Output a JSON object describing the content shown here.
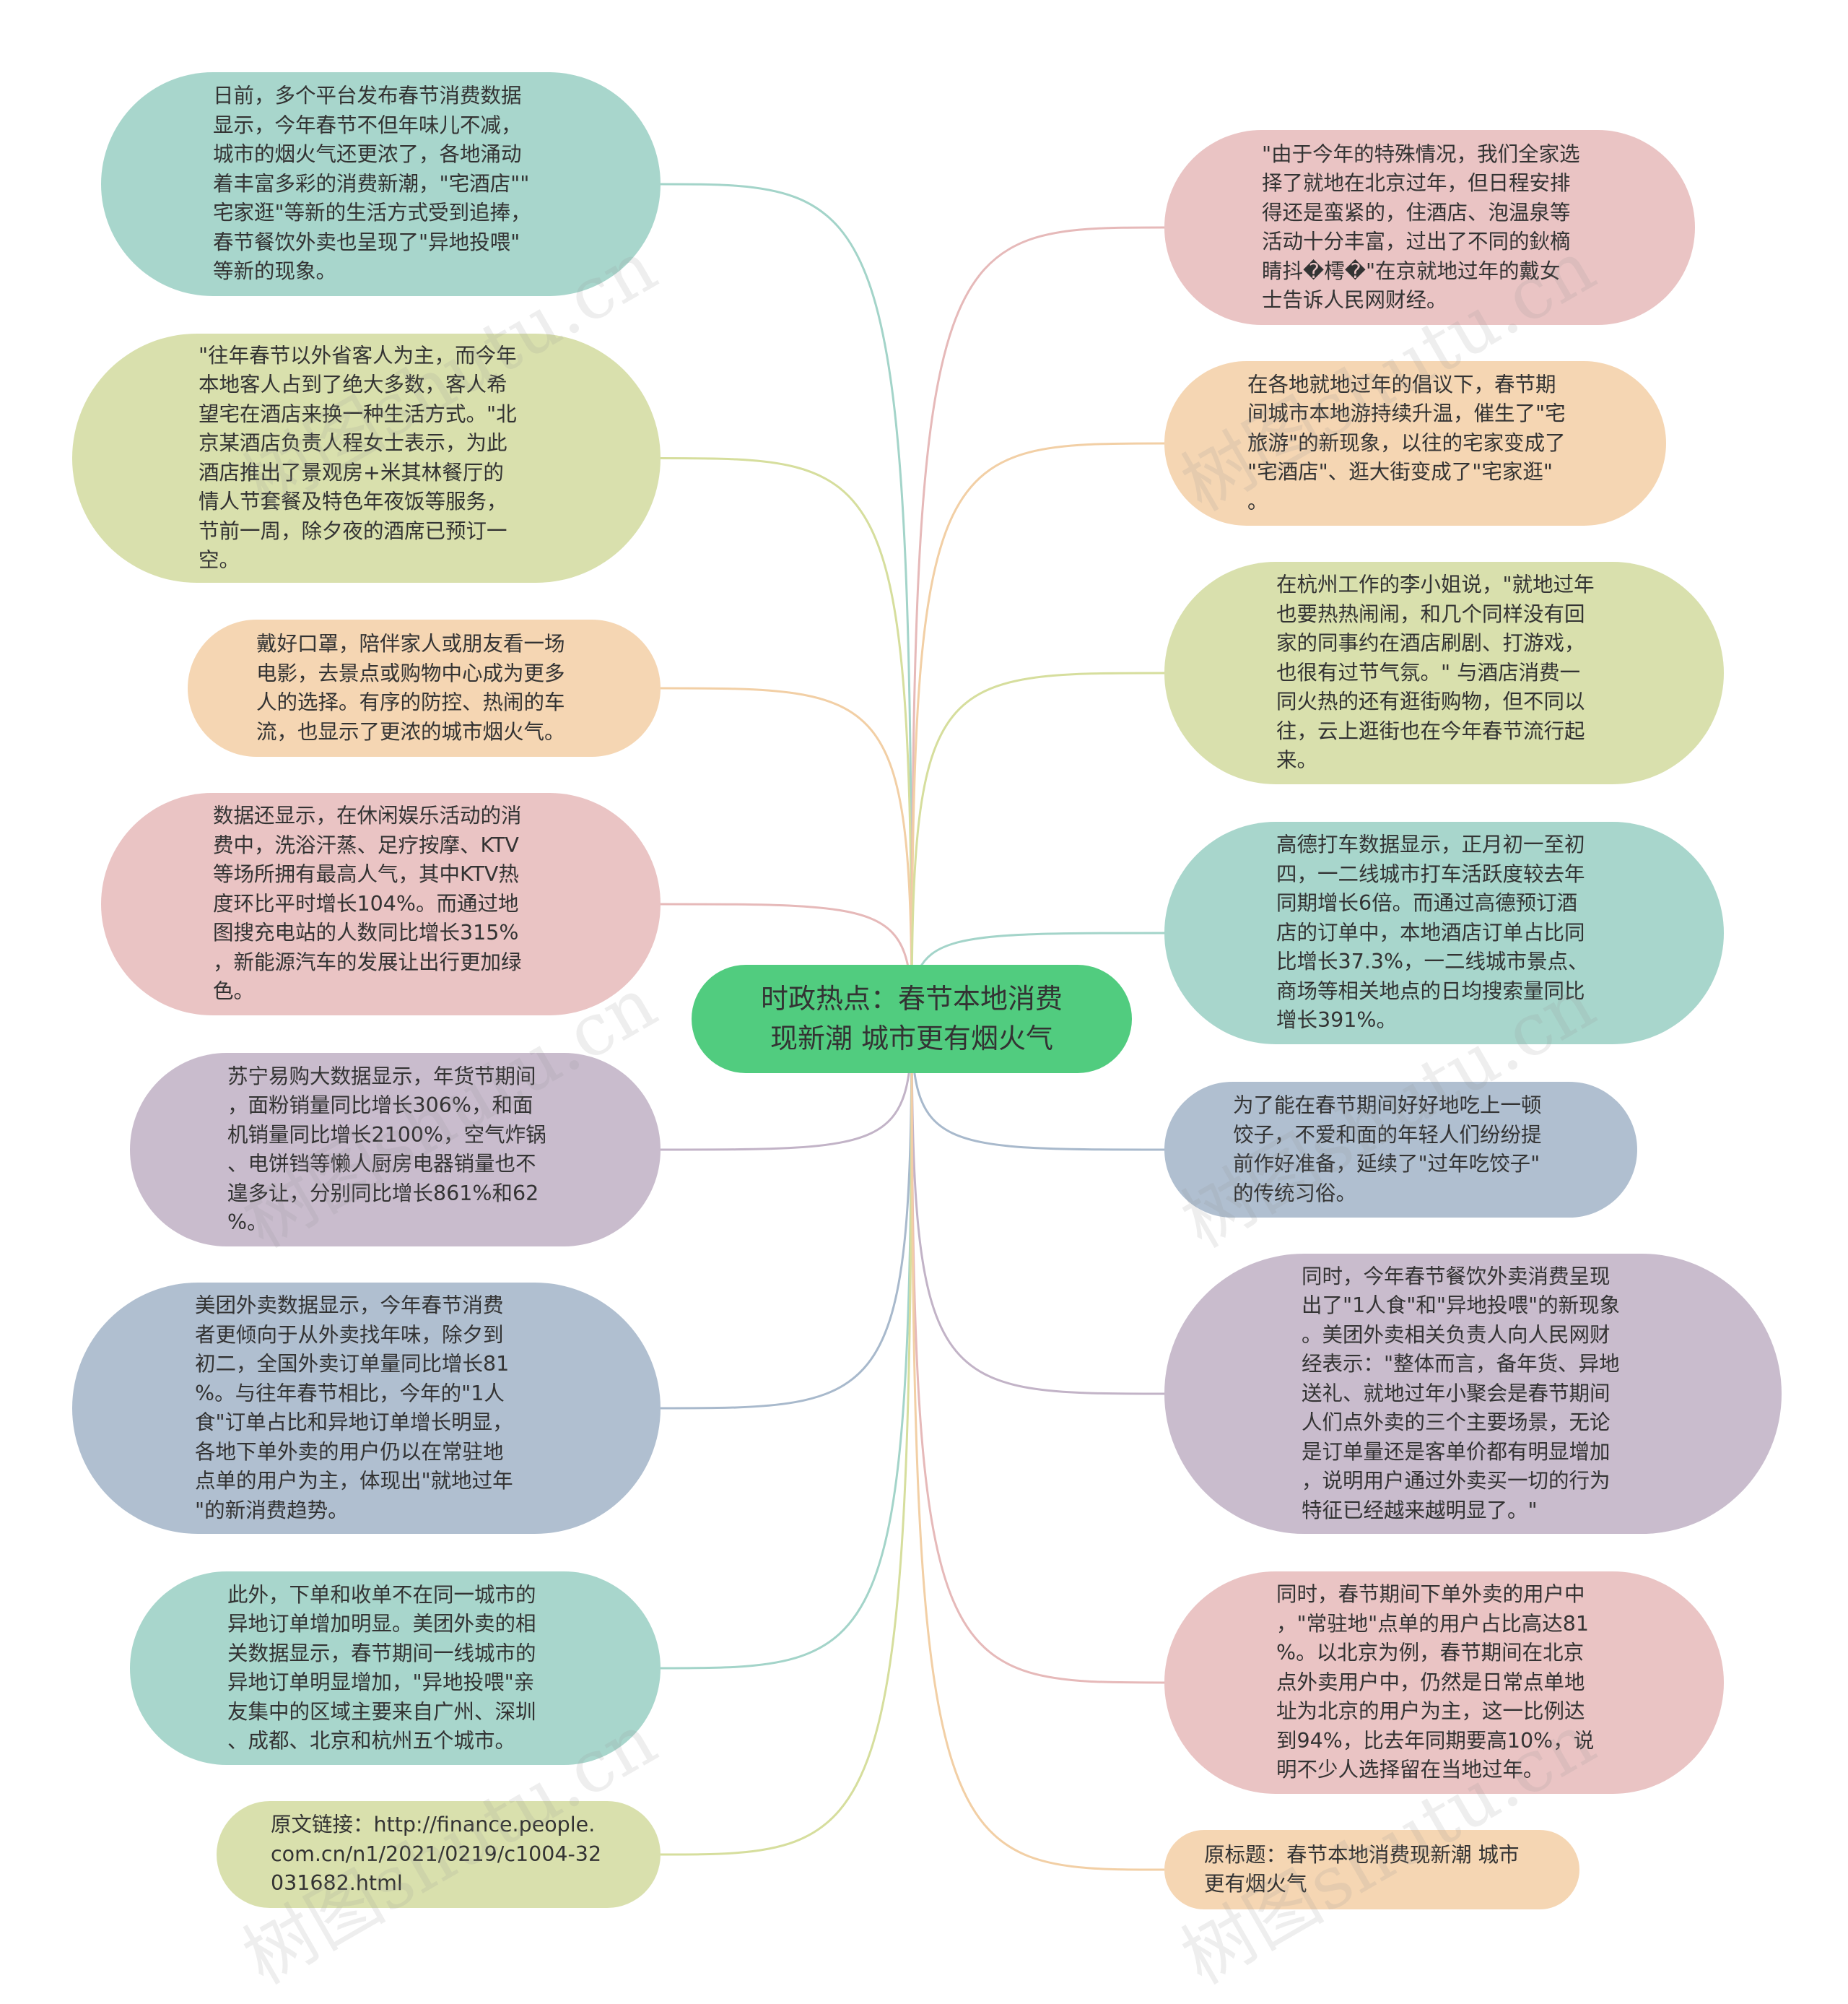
{
  "colors": {
    "teal": "#a8d6cc",
    "olive": "#d9e0ad",
    "peach": "#f5d6b3",
    "pink": "#eac4c4",
    "purple": "#c9bccd",
    "blue": "#b0bfd0",
    "center": "#51cc7f"
  },
  "watermark": "树图shutu.cn",
  "center": {
    "text": "时政热点：春节本地消费\n现新潮 城市更有烟火气"
  },
  "nodes": [
    {
      "id": "L1",
      "color": "teal",
      "text": "日前，多个平台发布春节消费数据\n显示，今年春节不但年味儿不减，\n城市的烟火气还更浓了，各地涌动\n着丰富多彩的消费新潮，\"宅酒店\"\"\n宅家逛\"等新的生活方式受到追捧，\n春节餐饮外卖也呈现了\"异地投喂\"\n等新的现象。"
    },
    {
      "id": "L2",
      "color": "olive",
      "text": "\"往年春节以外省客人为主，而今年\n本地客人占到了绝大多数，客人希\n望宅在酒店来换一种生活方式。\"北\n京某酒店负责人程女士表示，为此\n酒店推出了景观房+米其林餐厅的\n情人节套餐及特色年夜饭等服务，\n节前一周，除夕夜的酒席已预订一\n空。"
    },
    {
      "id": "L3",
      "color": "peach",
      "text": "戴好口罩，陪伴家人或朋友看一场\n电影，去景点或购物中心成为更多\n人的选择。有序的防控、热闹的车\n流，也显示了更浓的城市烟火气。"
    },
    {
      "id": "L4",
      "color": "pink",
      "text": "数据还显示，在休闲娱乐活动的消\n费中，洗浴汗蒸、足疗按摩、KTV\n等场所拥有最高人气，其中KTV热\n度环比平时增长104%。而通过地\n图搜充电站的人数同比增长315%\n，新能源汽车的发展让出行更加绿\n色。"
    },
    {
      "id": "L5",
      "color": "purple",
      "text": "苏宁易购大数据显示，年货节期间\n，面粉销量同比增长306%，和面\n机销量同比增长2100%，空气炸锅\n、电饼铛等懒人厨房电器销量也不\n遑多让，分别同比增长861%和62\n%。"
    },
    {
      "id": "L6",
      "color": "blue",
      "text": "美团外卖数据显示，今年春节消费\n者更倾向于从外卖找年味，除夕到\n初二，全国外卖订单量同比增长81\n%。与往年春节相比，今年的\"1人\n食\"订单占比和异地订单增长明显，\n各地下单外卖的用户仍以在常驻地\n点单的用户为主，体现出\"就地过年\n\"的新消费趋势。"
    },
    {
      "id": "L7",
      "color": "teal",
      "text": "此外，下单和收单不在同一城市的\n异地订单增加明显。美团外卖的相\n关数据显示，春节期间一线城市的\n异地订单明显增加，\"异地投喂\"亲\n友集中的区域主要来自广州、深圳\n、成都、北京和杭州五个城市。"
    },
    {
      "id": "L8",
      "color": "olive",
      "text": "原文链接：http://finance.people.\ncom.cn/n1/2021/0219/c1004-32\n031682.html"
    },
    {
      "id": "R1",
      "color": "pink",
      "text": "\"由于今年的特殊情况，我们全家选\n择了就地在北京过年，但日程安排\n得还是蛮紧的，住酒店、泡温泉等\n活动十分丰富，过出了不同的鈥樀\n睛抖�樗�\"在京就地过年的戴女\n士告诉人民网财经。"
    },
    {
      "id": "R2",
      "color": "peach",
      "text": "在各地就地过年的倡议下，春节期\n间城市本地游持续升温，催生了\"宅\n旅游\"的新现象，以往的宅家变成了\n\"宅酒店\"、逛大街变成了\"宅家逛\"\n。"
    },
    {
      "id": "R3",
      "color": "olive",
      "text": "在杭州工作的李小姐说，\"就地过年\n也要热热闹闹，和几个同样没有回\n家的同事约在酒店刷剧、打游戏，\n也很有过节气氛。\" 与酒店消费一\n同火热的还有逛街购物，但不同以\n往，云上逛街也在今年春节流行起\n来。"
    },
    {
      "id": "R4",
      "color": "teal",
      "text": "高德打车数据显示，正月初一至初\n四，一二线城市打车活跃度较去年\n同期增长6倍。而通过高德预订酒\n店的订单中，本地酒店订单占比同\n比增长37.3%，一二线城市景点、\n商场等相关地点的日均搜索量同比\n增长391%。"
    },
    {
      "id": "R5",
      "color": "blue",
      "text": "为了能在春节期间好好地吃上一顿\n饺子，不爱和面的年轻人们纷纷提\n前作好准备，延续了\"过年吃饺子\"\n的传统习俗。"
    },
    {
      "id": "R6",
      "color": "purple",
      "text": "同时，今年春节餐饮外卖消费呈现\n出了\"1人食\"和\"异地投喂\"的新现象\n。美团外卖相关负责人向人民网财\n经表示：\"整体而言，备年货、异地\n送礼、就地过年小聚会是春节期间\n人们点外卖的三个主要场景，无论\n是订单量还是客单价都有明显增加\n，说明用户通过外卖买一切的行为\n特征已经越来越明显了。\""
    },
    {
      "id": "R7",
      "color": "pink",
      "text": "同时，春节期间下单外卖的用户中\n，\"常驻地\"点单的用户占比高达81\n%。以北京为例，春节期间在北京\n点外卖用户中，仍然是日常点单地\n址为北京的用户为主，这一比例达\n到94%，比去年同期要高10%，说\n明不少人选择留在当地过年。"
    },
    {
      "id": "R8",
      "color": "peach",
      "text": "原标题：春节本地消费现新潮 城市\n更有烟火气"
    }
  ]
}
